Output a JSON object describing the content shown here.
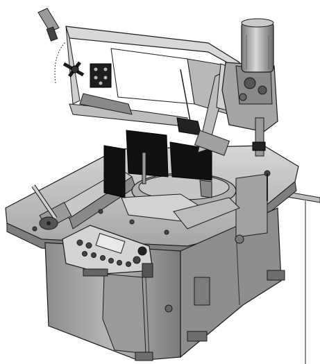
{
  "scene": {
    "background_color": "#ffffff",
    "colors": {
      "body_light": "#d9d9d9",
      "body_mid": "#a9a9a9",
      "body_dark": "#707070",
      "body_shadow": "#4a4a4a",
      "outline": "#1a1a1a",
      "guard_black": "#111111",
      "accent_white": "#f2f2f2"
    },
    "icons": {
      "hand-crank": "crank-handle",
      "coolant-knob": "star-knob",
      "motor": "electric-motor-cylinder",
      "control-panel": "panel-with-buttons"
    }
  }
}
